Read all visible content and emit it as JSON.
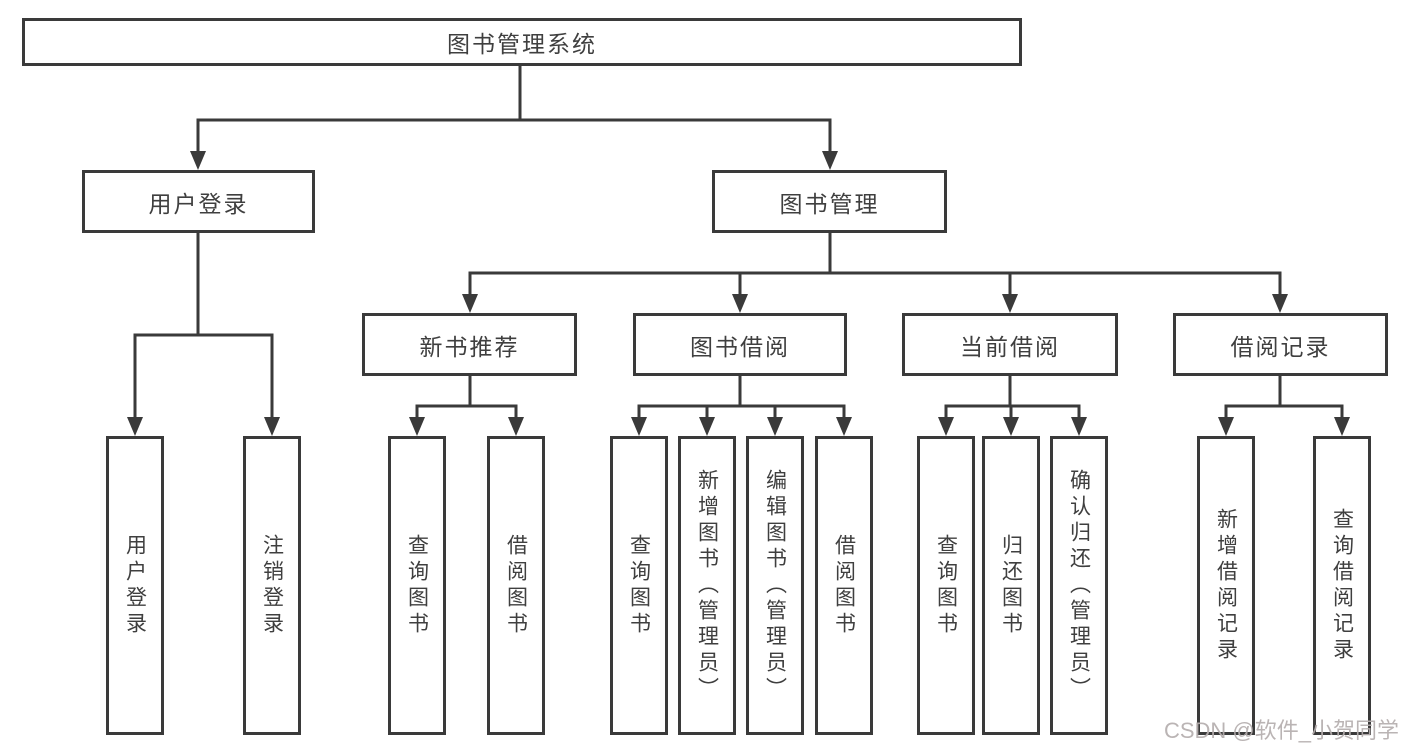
{
  "tree": {
    "label": "图书管理系统",
    "children": [
      {
        "label": "用户登录",
        "children": [
          {
            "label": "用户登录"
          },
          {
            "label": "注销登录"
          }
        ]
      },
      {
        "label": "图书管理",
        "children": [
          {
            "label": "新书推荐",
            "children": [
              {
                "label": "查询图书"
              },
              {
                "label": "借阅图书"
              }
            ]
          },
          {
            "label": "图书借阅",
            "children": [
              {
                "label": "查询图书"
              },
              {
                "label": "新增图书（管理员）"
              },
              {
                "label": "编辑图书（管理员）"
              },
              {
                "label": "借阅图书"
              }
            ]
          },
          {
            "label": "当前借阅",
            "children": [
              {
                "label": "查询图书"
              },
              {
                "label": "归还图书"
              },
              {
                "label": "确认归还（管理员）"
              }
            ]
          },
          {
            "label": "借阅记录",
            "children": [
              {
                "label": "新增借阅记录"
              },
              {
                "label": "查询借阅记录"
              }
            ]
          }
        ]
      }
    ]
  },
  "watermark": {
    "text": "CSDN @软件_小贺同学"
  },
  "colors": {
    "line": "#3a3a3a",
    "text": "#3f3f3f",
    "box_background": "#ffffff",
    "watermark": "#b5aeae"
  }
}
